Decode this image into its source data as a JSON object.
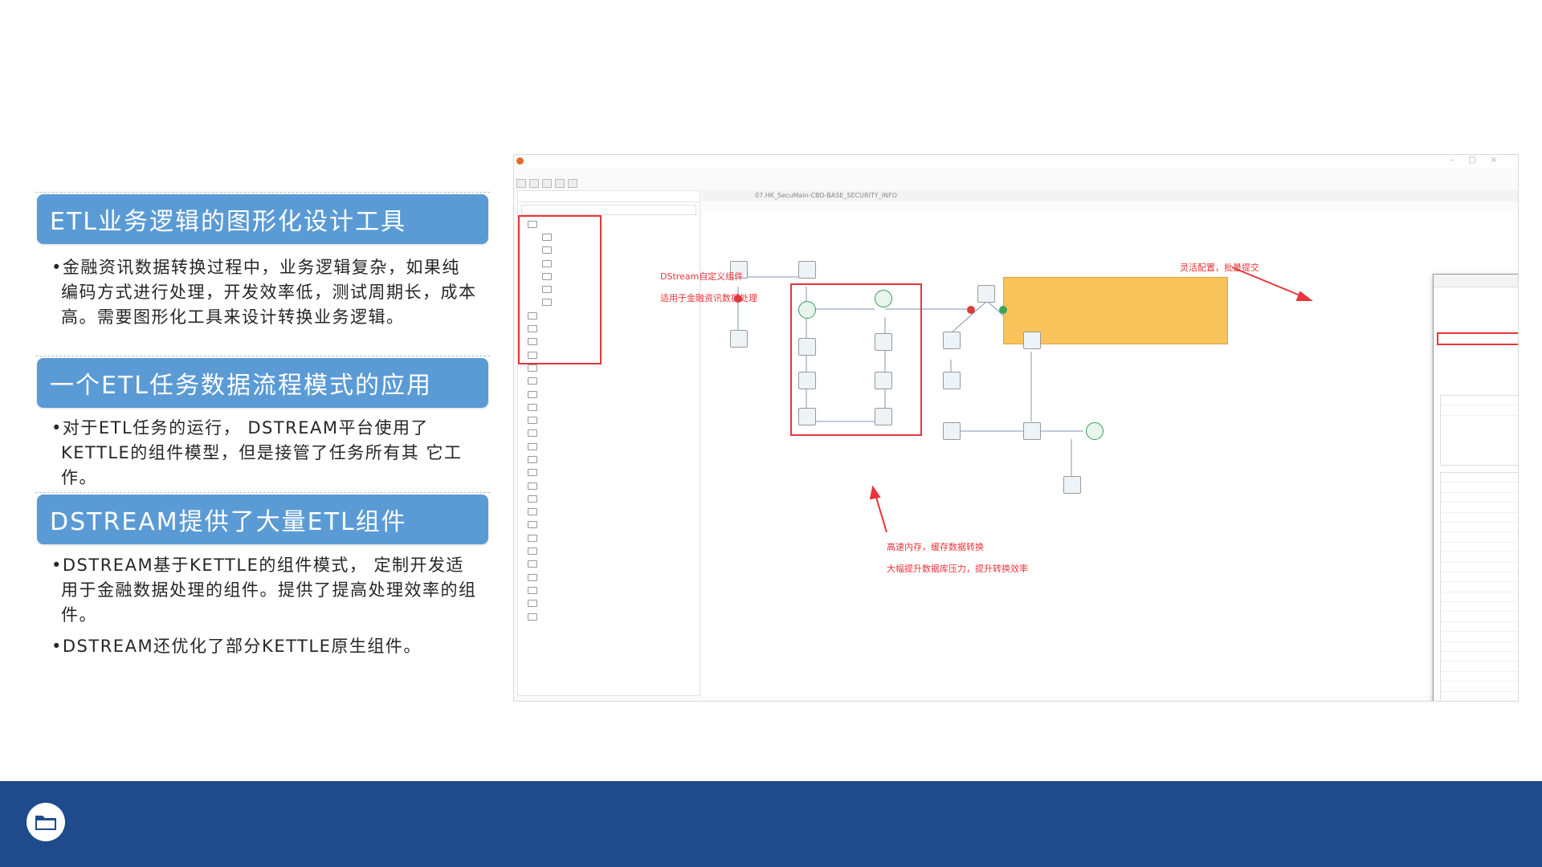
{
  "sections": [
    {
      "title": "ETL业务逻辑的图形化设计工具",
      "paragraphs": [
        "•金融资讯数据转换过程中，业务逻辑复杂，如果纯编码方式进行处理，开发效率低，测试周期长，成本高。需要图形化工具来设计转换业务逻辑。"
      ]
    },
    {
      "title": "一个ETL任务数据流程模式的应用",
      "paragraphs": [
        "•对于ETL任务的运行， DSTREAM平台使用了KETTLE的组件模型，但是接管了任务所有其 它工作。"
      ]
    },
    {
      "title": "DSTREAM提供了大量ETL组件",
      "paragraphs": [
        "•DSTREAM基于KETTLE的组件模式， 定制开发适用于金融数据处理的组件。提供了提高处理效率的组件。",
        "•DSTREAM还优化了部分KETTLE原生组件。"
      ]
    }
  ],
  "screenshot": {
    "canvas_tab": "07.HK_SecuMain-CBD-BASE_SECURITY_INFO",
    "annotations": {
      "custom_components": "DStream自定义组件",
      "custom_components_sub": "适用于金融资讯数据处理",
      "batch_commit": "灵活配置，批量提交",
      "cache_transform": "高速内存，缓存数据转换",
      "cache_transform_sub": "大幅提升数据库压力，提升转换效率"
    }
  },
  "colors": {
    "header_bg": "#5b9bd5",
    "footer_bg": "#1f4b8d",
    "annotation_red": "#e8343a",
    "note_yellow": "#f9c35c"
  },
  "icons": {
    "footer": "folder-icon"
  }
}
